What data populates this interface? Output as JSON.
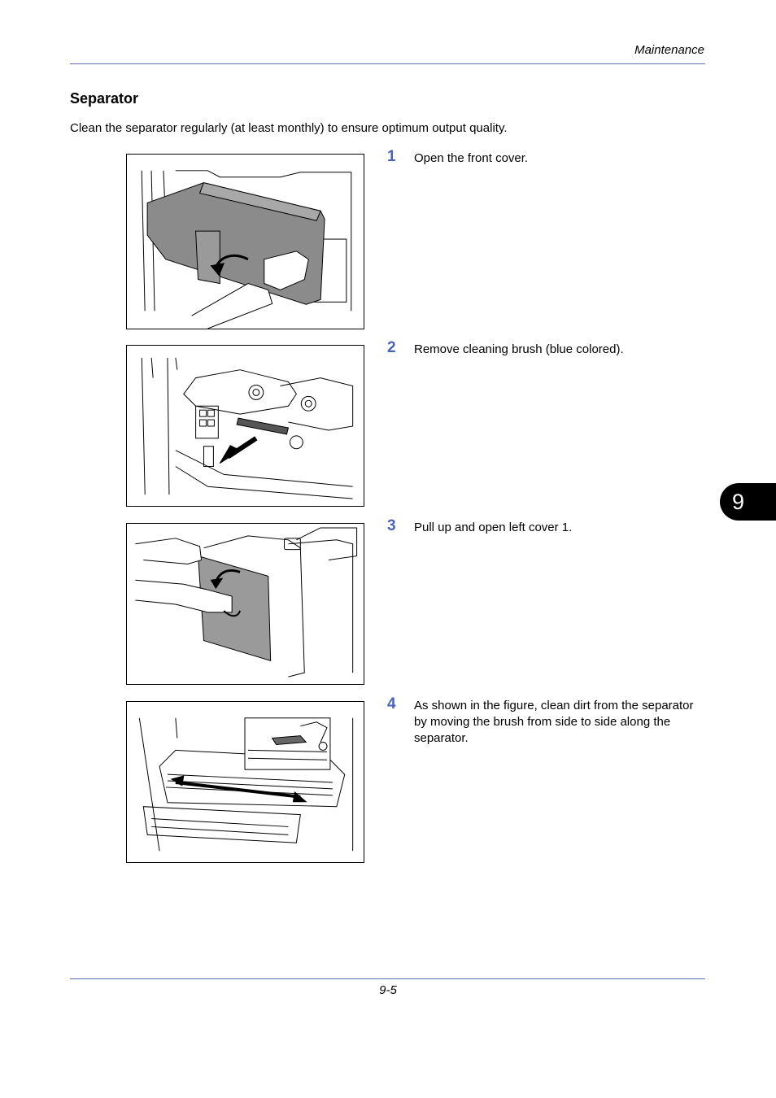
{
  "header": {
    "section": "Maintenance"
  },
  "section_title": "Separator",
  "intro": "Clean the separator regularly (at least monthly) to ensure optimum output quality.",
  "steps": [
    {
      "number": "1",
      "text": "Open the front cover."
    },
    {
      "number": "2",
      "text": "Remove cleaning brush (blue colored)."
    },
    {
      "number": "3",
      "text": "Pull up and open left cover 1."
    },
    {
      "number": "4",
      "text": "As shown in the figure, clean dirt from the separator by moving the brush from side to side along the separator."
    }
  ],
  "chapter_tab": "9",
  "footer": {
    "page_number": "9-5"
  },
  "colors": {
    "accent": "#4a63b8",
    "rule": "#5b6fb0"
  }
}
